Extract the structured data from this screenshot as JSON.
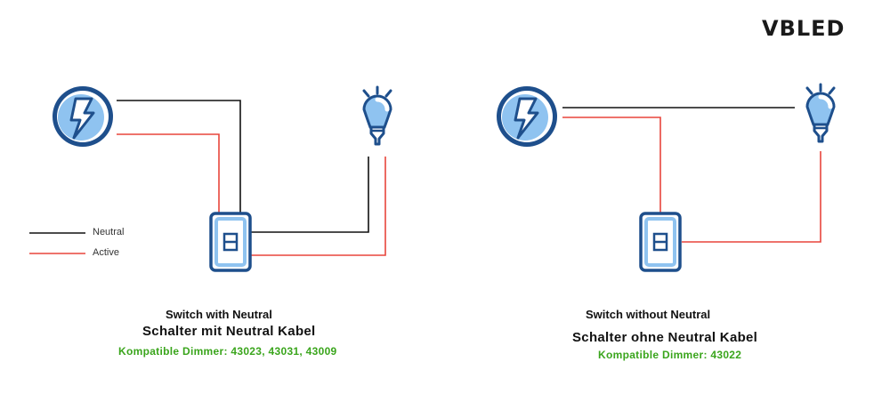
{
  "brand": {
    "logo": "VBLED"
  },
  "colors": {
    "neutral": "#111111",
    "active": "#e8453c",
    "icon_blue": "#1e4f8c",
    "icon_fill": "#8fc3f0",
    "compat_green": "#3aa51c"
  },
  "legend": {
    "neutral_label": "Neutral",
    "active_label": "Active"
  },
  "left_diagram": {
    "title_en": "Switch with Neutral",
    "title_de": "Schalter mit Neutral Kabel",
    "compat": "Kompatible Dimmer: 43023, 43031, 43009",
    "icons": [
      "power-source-icon",
      "switch-icon",
      "light-bulb-icon"
    ]
  },
  "right_diagram": {
    "title_en": "Switch without Neutral",
    "title_de": "Schalter ohne Neutral Kabel",
    "compat": "Kompatible Dimmer: 43022",
    "icons": [
      "power-source-icon",
      "switch-icon",
      "light-bulb-icon"
    ]
  }
}
